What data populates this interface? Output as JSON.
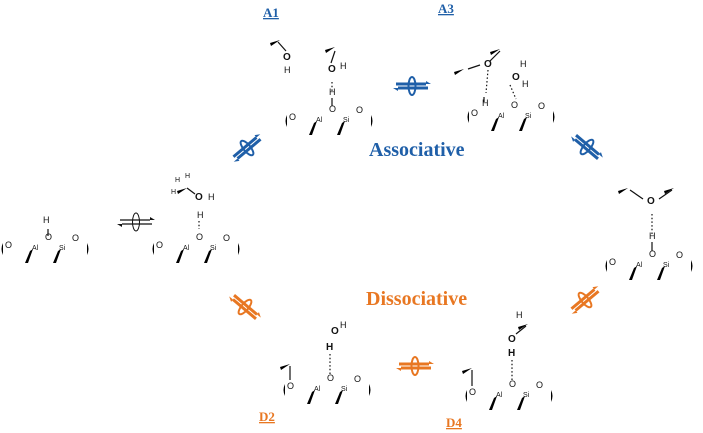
{
  "colors": {
    "associative": "#1f5fa8",
    "dissociative": "#e87722",
    "neutral": "#111111"
  },
  "labels": {
    "a1": "A1",
    "a3": "A3",
    "d2": "D2",
    "d4": "D4",
    "associative": "Associative",
    "dissociative": "Dissociative"
  },
  "atoms": {
    "O": "O",
    "H": "H",
    "Al": "Al",
    "Si": "Si"
  }
}
